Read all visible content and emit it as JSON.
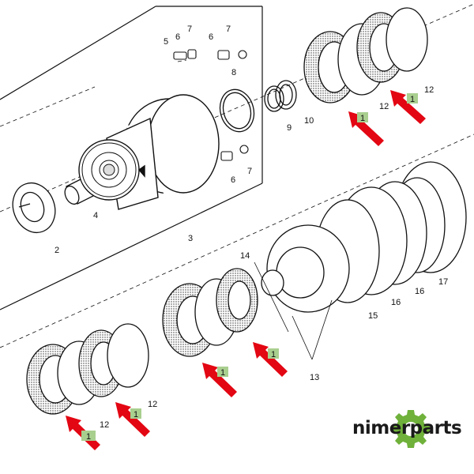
{
  "brand": {
    "name": "nimerparts",
    "accent_color": "#6fb13a",
    "arrow_color": "#e30613"
  },
  "callouts": [
    {
      "id": "c2",
      "text": "2"
    },
    {
      "id": "c3",
      "text": "3"
    },
    {
      "id": "c4",
      "text": "4"
    },
    {
      "id": "c5",
      "text": "5"
    },
    {
      "id": "c6a",
      "text": "6"
    },
    {
      "id": "c6b",
      "text": "6"
    },
    {
      "id": "c6c",
      "text": "6"
    },
    {
      "id": "c7a",
      "text": "7"
    },
    {
      "id": "c7b",
      "text": "7"
    },
    {
      "id": "c7c",
      "text": "7"
    },
    {
      "id": "c8",
      "text": "8"
    },
    {
      "id": "c9",
      "text": "9"
    },
    {
      "id": "c10",
      "text": "10"
    },
    {
      "id": "c12a",
      "text": "12"
    },
    {
      "id": "c12b",
      "text": "12"
    },
    {
      "id": "c12c",
      "text": "12"
    },
    {
      "id": "c12d",
      "text": "12"
    },
    {
      "id": "c13",
      "text": "13"
    },
    {
      "id": "c14",
      "text": "14"
    },
    {
      "id": "c15",
      "text": "15"
    },
    {
      "id": "c16a",
      "text": "16"
    },
    {
      "id": "c16b",
      "text": "16"
    },
    {
      "id": "c17",
      "text": "17"
    },
    {
      "id": "c1a",
      "text": "1"
    },
    {
      "id": "c1b",
      "text": "1"
    },
    {
      "id": "c1c",
      "text": "1"
    },
    {
      "id": "c1d",
      "text": "1"
    },
    {
      "id": "c1e",
      "text": "1"
    },
    {
      "id": "c1f",
      "text": "1"
    }
  ]
}
